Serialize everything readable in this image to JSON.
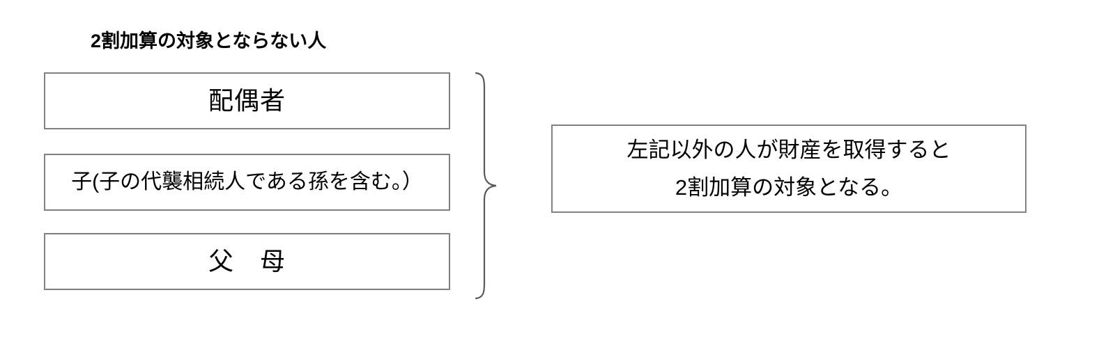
{
  "diagram": {
    "title": "2割加算の対象とならない人",
    "left_group": {
      "items": [
        {
          "id": "spouse",
          "label": "配偶者"
        },
        {
          "id": "child",
          "label": "子(子の代襲相続人である孫を含む。）"
        },
        {
          "id": "parent",
          "label": "父　母"
        }
      ]
    },
    "connector": {
      "type": "right-curly-brace",
      "orientation": "right"
    },
    "result_box": {
      "lines": [
        "左記以外の人が財産を取得すると",
        "2割加算の対象となる。"
      ]
    },
    "colors": {
      "background": "#ffffff",
      "text": "#000000",
      "box_border": "#808080",
      "brace_stroke": "#595959"
    }
  }
}
